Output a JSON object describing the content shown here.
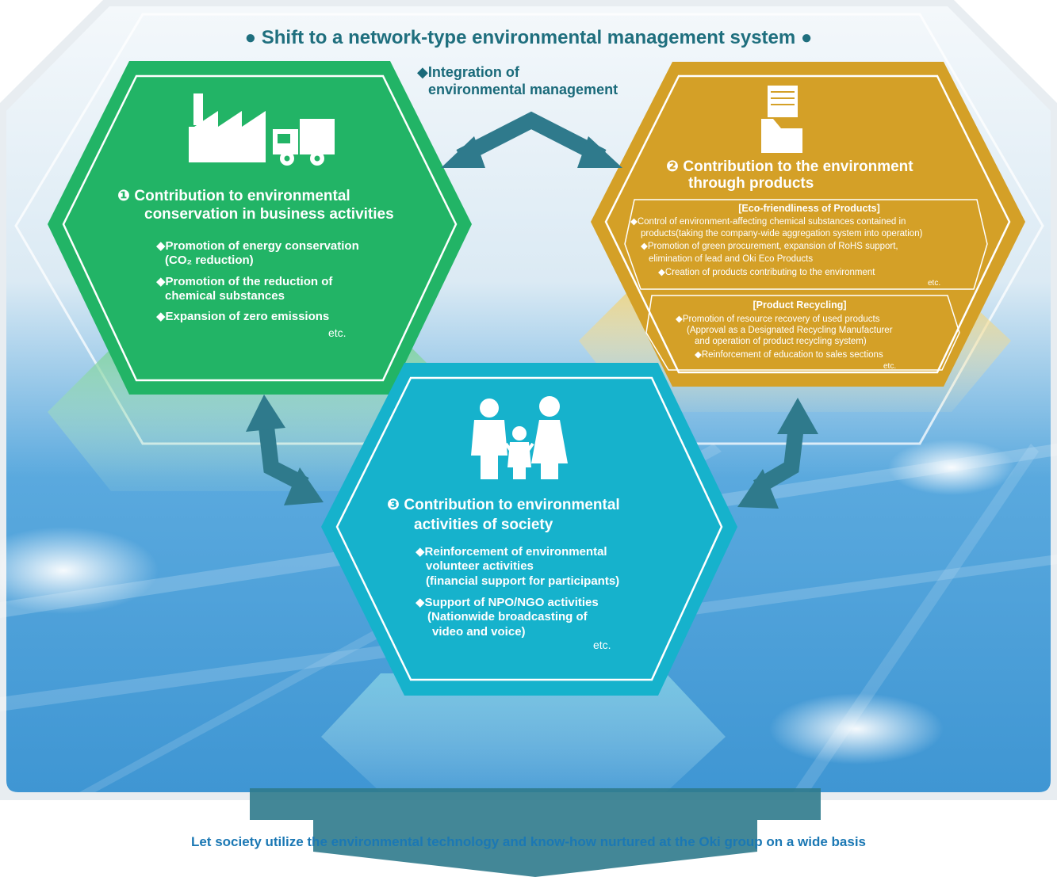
{
  "header": {
    "title": "● Shift to a network-type environmental management system ●"
  },
  "integration": {
    "line1": "◆Integration of",
    "line2": "environmental management"
  },
  "green": {
    "title_line1": "❶ Contribution to environmental",
    "title_line2": "conservation in business activities",
    "items": [
      "◆Promotion of energy conservation",
      "(CO₂ reduction)",
      "◆Promotion of the reduction of",
      "chemical substances",
      "◆Expansion of zero emissions"
    ],
    "etc": "etc."
  },
  "gold": {
    "title_line1": "❷ Contribution to the environment",
    "title_line2": "through products",
    "box1": {
      "heading": "[Eco-friendliness of Products]",
      "lines": [
        "◆Control of environment-affecting chemical substances contained in",
        "products(taking the company-wide aggregation system into operation)",
        "◆Promotion of green procurement, expansion of RoHS support,",
        "elimination of lead and Oki Eco Products",
        "◆Creation of products contributing to the environment"
      ],
      "etc": "etc."
    },
    "box2": {
      "heading": "[Product Recycling]",
      "lines": [
        "◆Promotion of resource recovery of used products",
        "(Approval as a Designated Recycling Manufacturer",
        "and operation of product recycling system)",
        "◆Reinforcement of education to sales sections"
      ],
      "etc": "etc."
    }
  },
  "cyan": {
    "title_line1": "❸ Contribution to environmental",
    "title_line2": "activities of society",
    "items": [
      "◆Reinforcement of environmental",
      "volunteer activities",
      "(financial support for participants)",
      "◆Support of NPO/NGO activities",
      "(Nationwide broadcasting of",
      "video and voice)"
    ],
    "etc": "etc."
  },
  "footer": {
    "text": "Let society utilize the environmental technology and know-how nurtured at the Oki group on a wide basis"
  },
  "colors": {
    "green": "#22b466",
    "gold": "#d4a027",
    "cyan": "#16b2cc",
    "arrow": "#2f7a8c",
    "sky": "#4aa3dc",
    "header_text": "#1f6f7e",
    "footer_text": "#1b78b4"
  }
}
